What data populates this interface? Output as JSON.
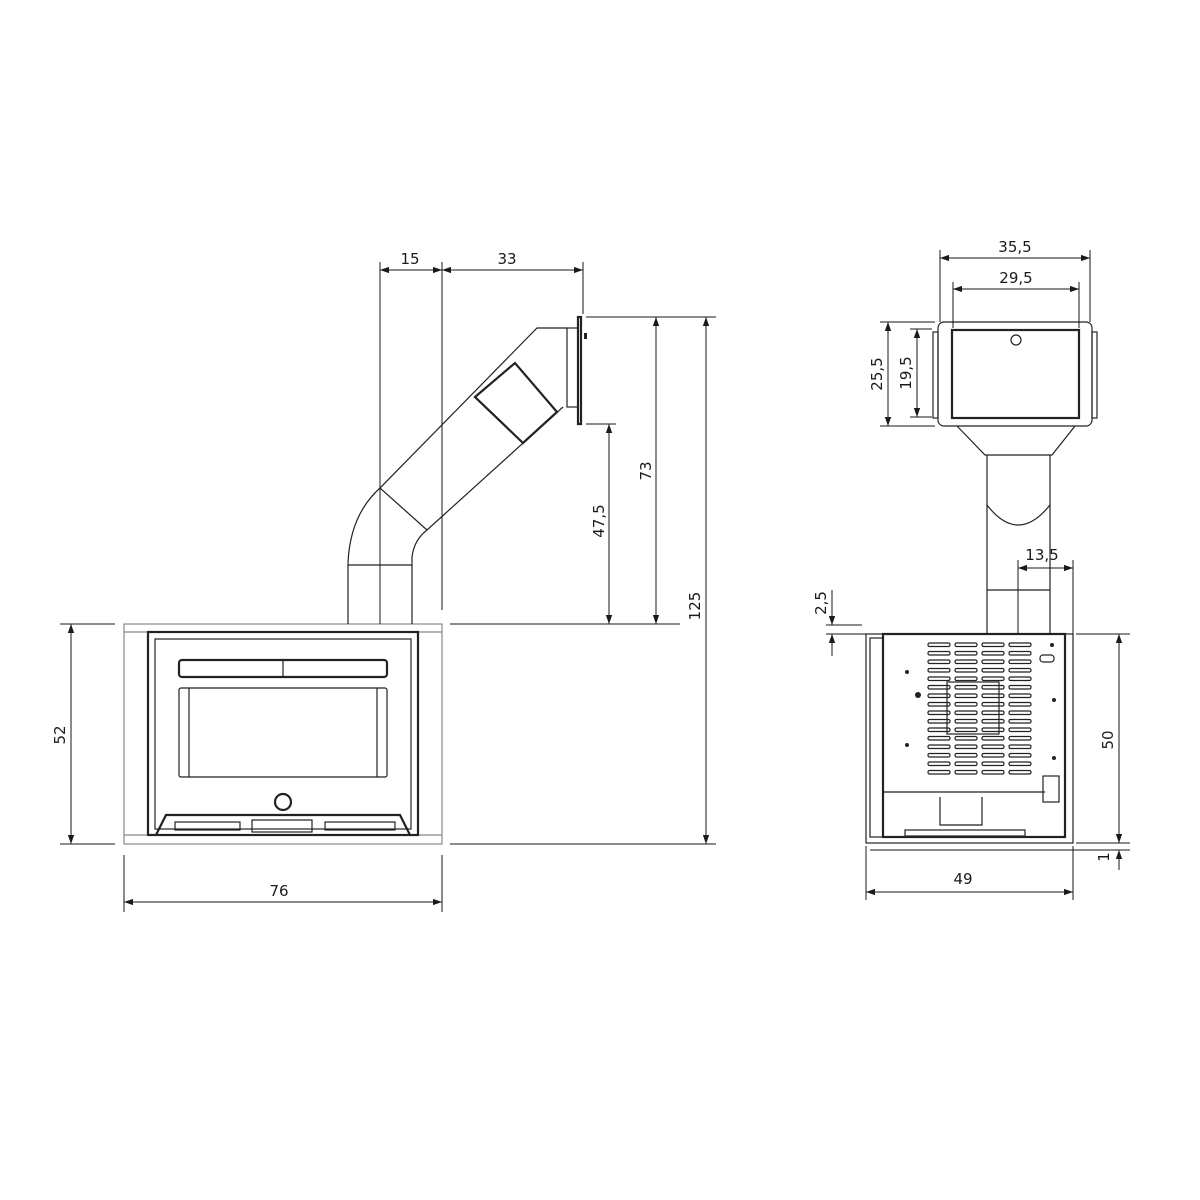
{
  "views": {
    "front": {
      "dimensions": {
        "flue_offset": "15",
        "flue_reach": "33",
        "outlet_height": "47,5",
        "flue_rise": "73",
        "total_height": "125",
        "body_height": "52",
        "width": "76"
      }
    },
    "side": {
      "dimensions": {
        "cap_outer_width": "35,5",
        "cap_inner_width": "29,5",
        "cap_outer_height": "25,5",
        "cap_inner_height": "19,5",
        "pipe_offset": "13,5",
        "top_gap": "2,5",
        "body_height": "50",
        "base_gap": "1",
        "depth": "49"
      }
    }
  },
  "colors": {
    "line": "#222222",
    "background": "#ffffff"
  }
}
